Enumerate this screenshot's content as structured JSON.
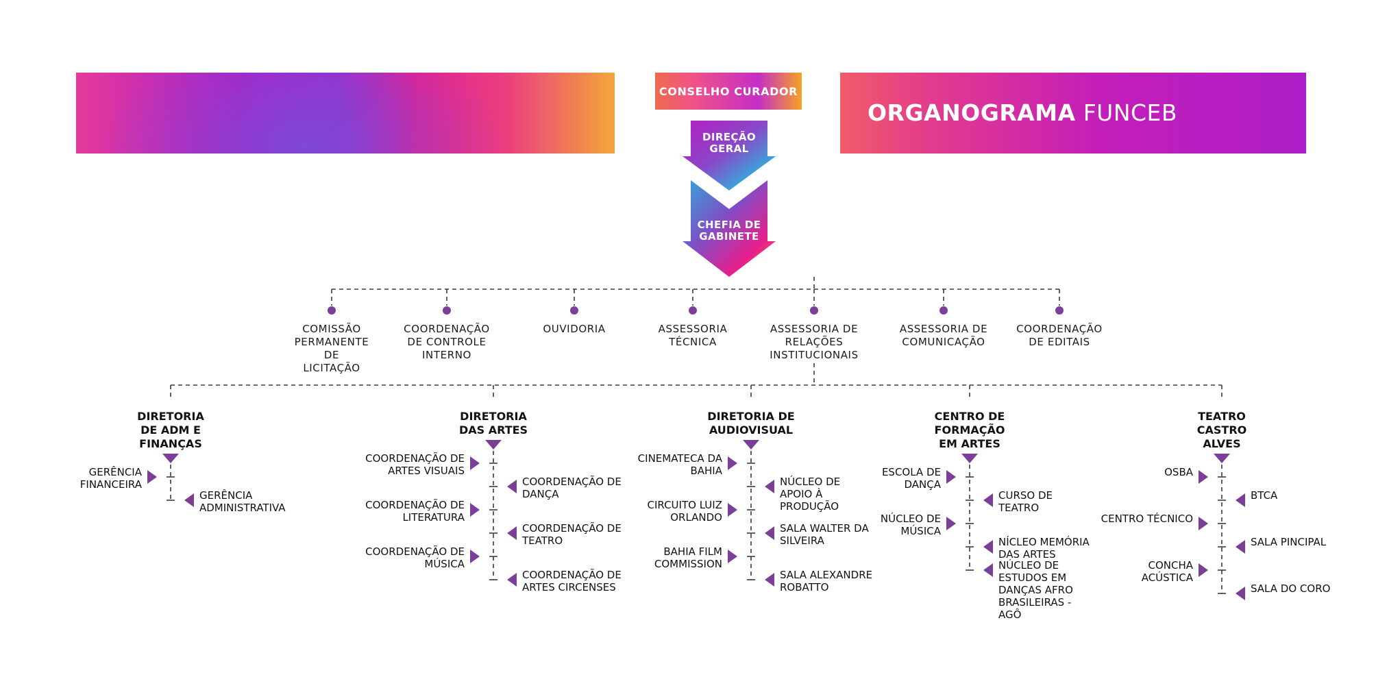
{
  "header": {
    "title_bold": "ORGANOGRAMA",
    "title_light": "FUNCEB",
    "conselho": "CONSELHO CURADOR",
    "direcao": "DIREÇÃO GERAL",
    "chefia": "CHEFIA DE GABINETE"
  },
  "colors": {
    "accent": "#7b3f98",
    "line": "#3a3a3a",
    "magenta": "#e91e8c",
    "purple": "#b11ec6",
    "orange": "#f4a63a",
    "blue": "#3b9fd8"
  },
  "assessorias": [
    "COMISSÃO PERMANENTE DE LICITAÇÃO",
    "COORDENAÇÃO DE CONTROLE INTERNO",
    "OUVIDORIA",
    "ASSESSORIA TÉCNICA",
    "ASSESSORIA DE RELAÇÕES INSTITUCIONAIS",
    "ASSESSORIA DE COMUNICAÇÃO",
    "COORDENAÇÃO DE EDITAIS"
  ],
  "diretorias": [
    {
      "name": "DIRETORIA DE ADM E FINANÇAS",
      "left": [
        "GERÊNCIA FINANCEIRA"
      ],
      "right": [
        "GERÊNCIA ADMINISTRATIVA"
      ]
    },
    {
      "name": "DIRETORIA DAS ARTES",
      "left": [
        "COORDENAÇÃO DE ARTES VISUAIS",
        "COORDENAÇÃO DE LITERATURA",
        "COORDENAÇÃO DE MÚSICA"
      ],
      "right": [
        "COORDENAÇÃO DE DANÇA",
        "COORDENAÇÃO DE TEATRO",
        "COORDENAÇÃO DE ARTES CIRCENSES"
      ]
    },
    {
      "name": "DIRETORIA DE AUDIOVISUAL",
      "left": [
        "CINEMATECA DA BAHIA",
        "CIRCUITO LUIZ ORLANDO",
        "BAHIA FILM COMMISSION"
      ],
      "right": [
        "NÚCLEO DE APOIO À PRODUÇÃO",
        "SALA WALTER DA SILVEIRA",
        "SALA ALEXANDRE ROBATTO"
      ]
    },
    {
      "name": "CENTRO DE FORMAÇÃO EM ARTES",
      "left": [
        "ESCOLA DE DANÇA",
        "NÚCLEO DE MÚSICA"
      ],
      "right": [
        "CURSO DE TEATRO",
        "NÍCLEO MEMÓRIA DAS ARTES",
        "NÚCLEO DE ESTUDOS EM DANÇAS AFRO BRASILEIRAS - AGÔ"
      ]
    },
    {
      "name": "TEATRO CASTRO ALVES",
      "left": [
        "OSBA",
        "CENTRO TÉCNICO",
        "CONCHA ACÚSTICA"
      ],
      "right": [
        "BTCA",
        "SALA PINCIPAL",
        "SALA DO CORO"
      ]
    }
  ]
}
